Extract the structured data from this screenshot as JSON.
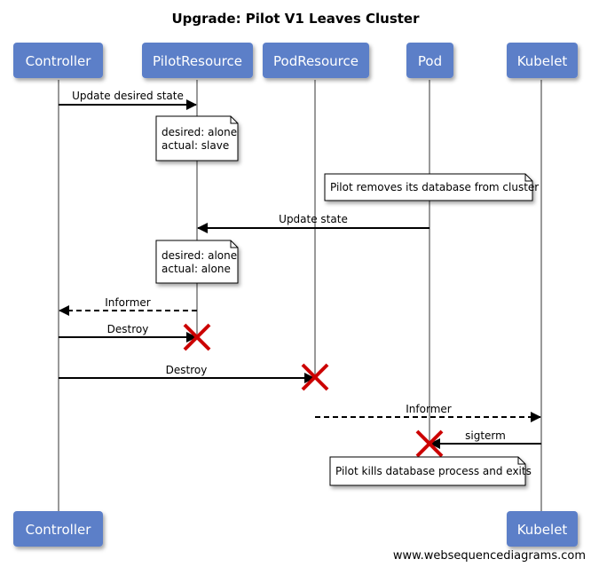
{
  "title": "Upgrade: Pilot V1 Leaves Cluster",
  "actors": {
    "controller": "Controller",
    "pilotresource": "PilotResource",
    "podresource": "PodResource",
    "pod": "Pod",
    "kubelet": "Kubelet"
  },
  "bottom_actors": {
    "controller": "Controller",
    "kubelet": "Kubelet"
  },
  "messages": {
    "update_desired_state": "Update desired state",
    "update_state": "Update state",
    "informer_1": "Informer",
    "destroy_1": "Destroy",
    "destroy_2": "Destroy",
    "informer_2": "Informer",
    "sigterm": "sigterm"
  },
  "notes": {
    "note1": {
      "line1": "desired: alone",
      "line2": "actual: slave"
    },
    "note2": {
      "line1": "Pilot removes its database from cluster"
    },
    "note3": {
      "line1": "desired: alone",
      "line2": "actual: alone"
    },
    "note4": {
      "line1": "Pilot kills database process and exits"
    }
  },
  "watermark": "www.websequencediagrams.com",
  "colors": {
    "actor_fill": "#5b7fc8",
    "lifeline": "#999999",
    "destroy": "#cc0000",
    "note_border": "#000000"
  }
}
